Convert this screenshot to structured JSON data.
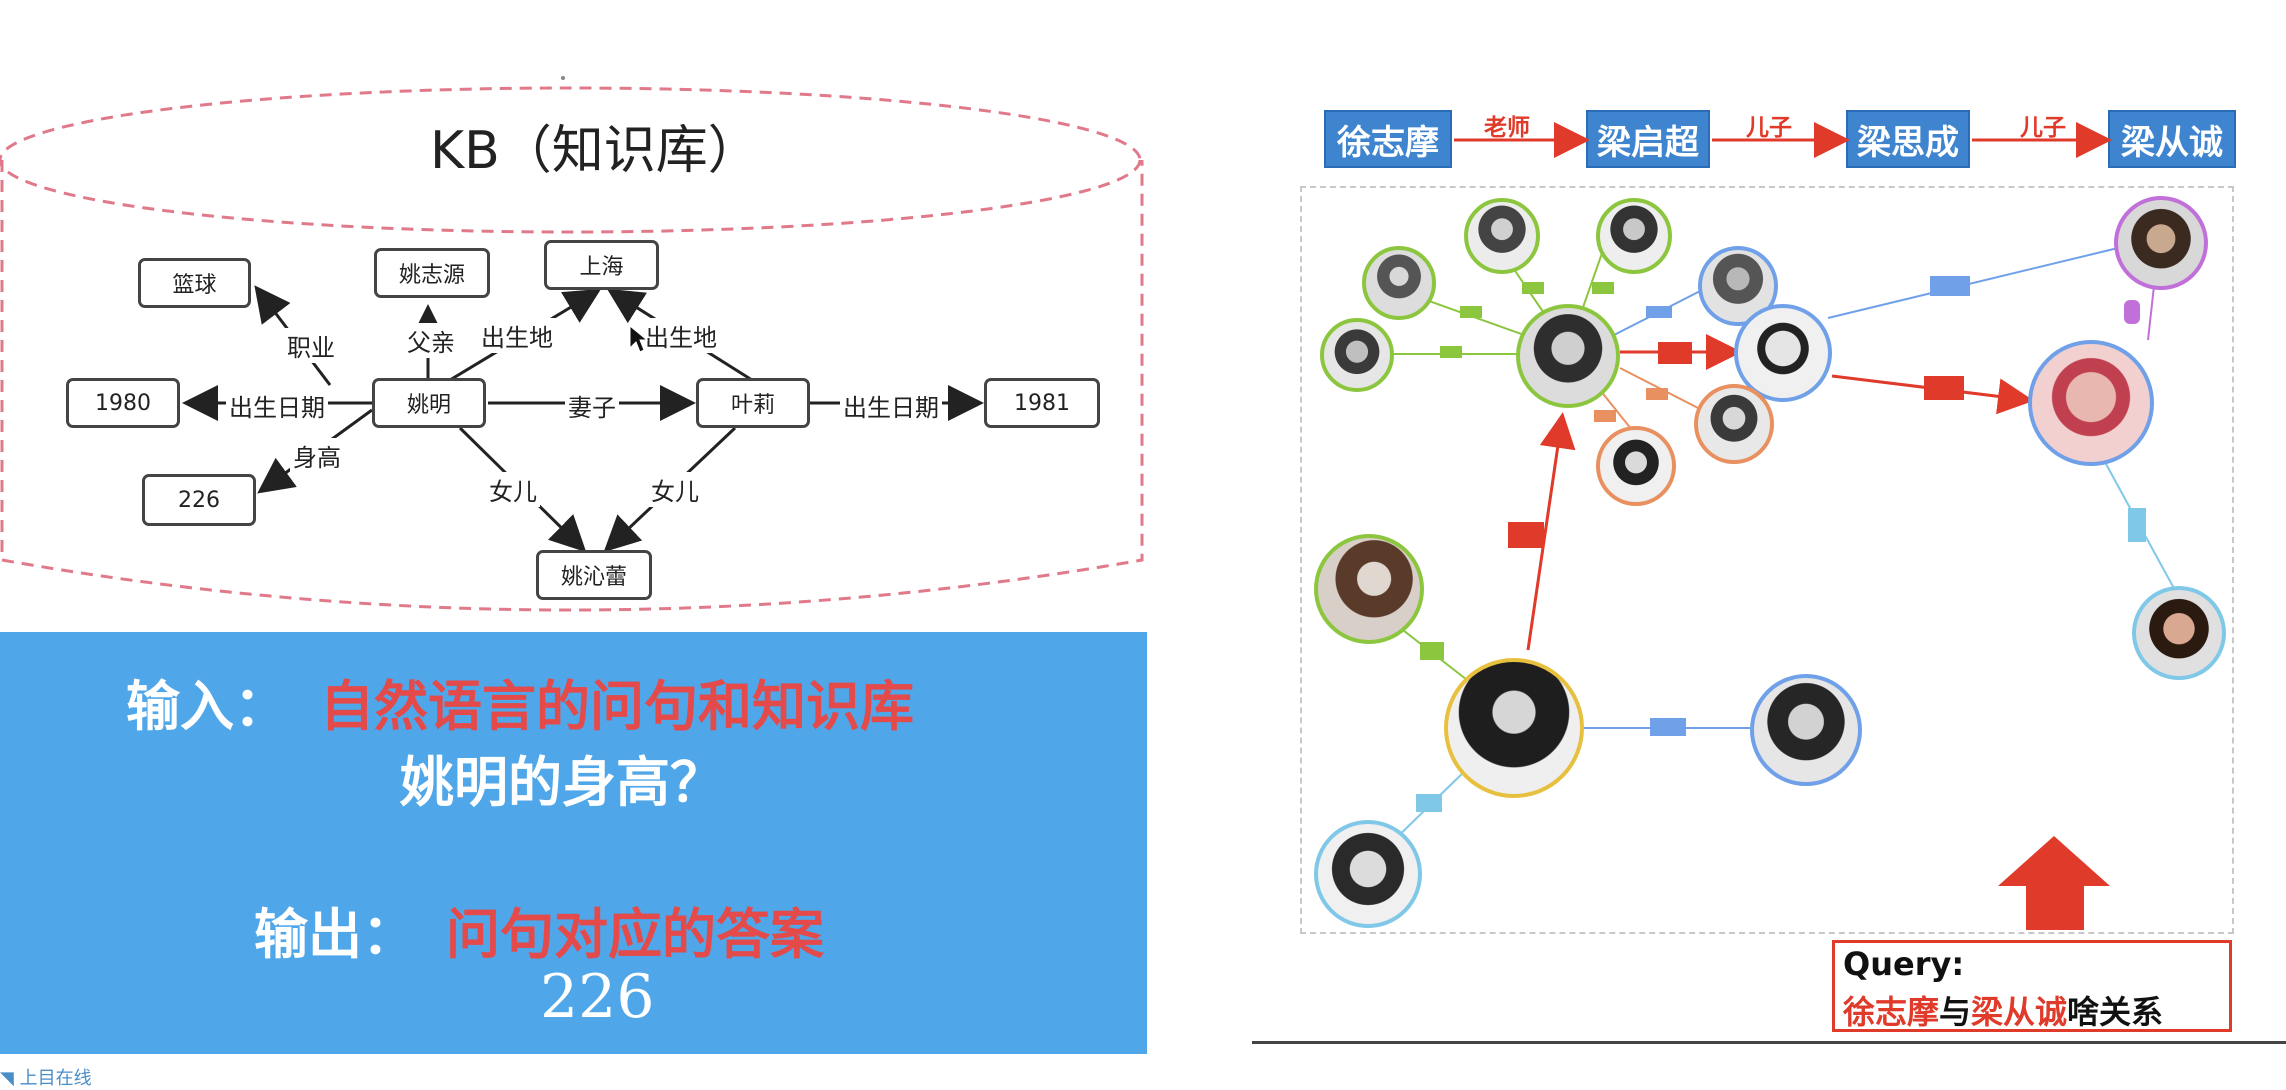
{
  "left": {
    "kb_title": "KB（知识库）",
    "nodes": {
      "basketball": "篮球",
      "yao_zhiyuan": "姚志源",
      "shanghai": "上海",
      "y1980": "1980",
      "yao_ming": "姚明",
      "ye_li": "叶莉",
      "y1981": "1981",
      "h226": "226",
      "yao_qinlei": "姚沁蕾"
    },
    "edges": {
      "occupation": "职业",
      "father": "父亲",
      "birthplace_1": "出生地",
      "birthplace_2": "出生地",
      "birthdate_1": "出生日期",
      "wife": "妻子",
      "birthdate_2": "出生日期",
      "height": "身高",
      "daughter_1": "女儿",
      "daughter_2": "女儿"
    },
    "panel": {
      "input_label": "输入：",
      "input_text": "自然语言的问句和知识库",
      "question": "姚明的身高？",
      "output_label": "输出：",
      "output_text": "问句对应的答案",
      "answer": "226"
    },
    "footer_text": "上目在线"
  },
  "right": {
    "chain": {
      "n1": "徐志摩",
      "r1": "老师",
      "n2": "梁启超",
      "r2": "儿子",
      "n3": "梁思成",
      "r3": "儿子",
      "n4": "梁从诚"
    },
    "query": {
      "title": "Query:",
      "name1": "徐志摩",
      "connector": "与",
      "name2": "梁从诚",
      "rest": "啥关系"
    },
    "colors": {
      "chain_blue": "#3f84cf",
      "relation_red": "#e03a2a",
      "edge_blue": "#6fa0e8",
      "edge_green": "#8cc63f"
    }
  }
}
